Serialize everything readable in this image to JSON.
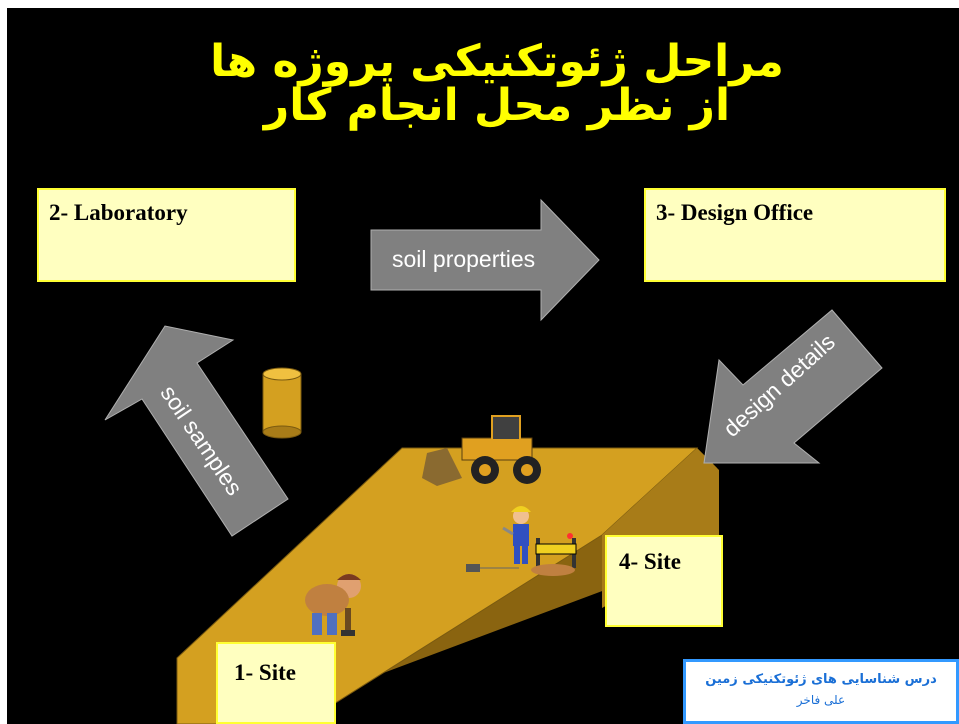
{
  "title": {
    "line1": "مراحل ژئوتکنیکی پروژه ها",
    "line2": "از نظر محل انجام کار"
  },
  "boxes": {
    "laboratory": "2- Laboratory",
    "design_office": "3- Design Office",
    "site_4": "4- Site",
    "site_1": "1- Site"
  },
  "arrows": {
    "soil_properties": "soil properties",
    "soil_samples": "soil samples",
    "design_details": "design details"
  },
  "footer": {
    "course": "درس شناسایی های ژئوتکنیکی زمین",
    "author": "علی فاخر"
  },
  "colors": {
    "background": "#000000",
    "title": "#ffff00",
    "box_fill": "#ffffc0",
    "arrow": "#808080",
    "platform": "#d4a020",
    "footer_border": "#3399ff"
  }
}
